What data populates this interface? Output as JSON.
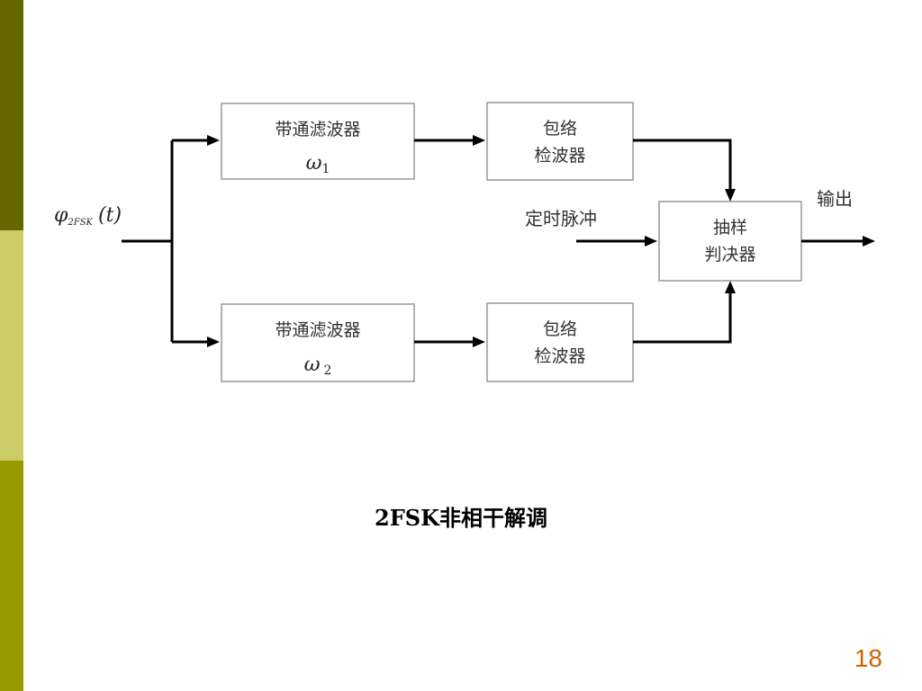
{
  "slide": {
    "caption": "2FSK非相干解调",
    "page_number": "18",
    "stripe_colors": [
      "#666600",
      "#cccc66",
      "#999900"
    ]
  },
  "diagram": {
    "input": {
      "symbol": "φ",
      "subscript": "2FSK",
      "argument": "(t)"
    },
    "bpf_top": {
      "label": "带通滤波器",
      "freq_symbol": "ω",
      "freq_subscript": "1"
    },
    "bpf_bottom": {
      "label": "带通滤波器",
      "freq_symbol": "ω",
      "freq_subscript": "2"
    },
    "env_top": {
      "line1": "包络",
      "line2": "检波器"
    },
    "env_bottom": {
      "line1": "包络",
      "line2": "检波器"
    },
    "decision": {
      "line1": "抽样",
      "line2": "判决器"
    },
    "timing_label": "定时脉冲",
    "output_label": "输出"
  }
}
